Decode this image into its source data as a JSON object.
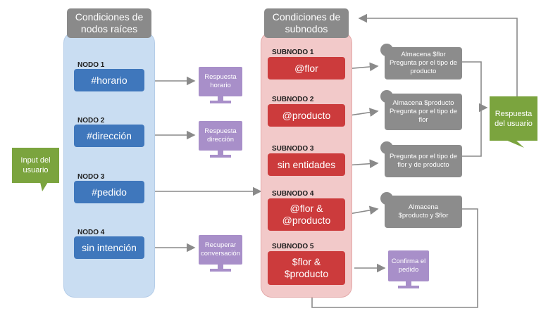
{
  "headers": {
    "root": "Condiciones de nodos raíces",
    "sub": "Condiciones de subnodos"
  },
  "input": {
    "label": "Input del usuario"
  },
  "response": {
    "label": "Respuesta del usuario"
  },
  "root_nodes": [
    {
      "label": "NODO 1",
      "value": "#horario",
      "result": "Respuesta horario"
    },
    {
      "label": "NODO 2",
      "value": "#dirección",
      "result": "Respuesta dirección"
    },
    {
      "label": "NODO 3",
      "value": "#pedido"
    },
    {
      "label": "NODO 4",
      "value": "sin intención",
      "result": "Recuperar conversación"
    }
  ],
  "sub_nodes": [
    {
      "label": "SUBNODO 1",
      "value": "@flor",
      "action": "Almacena $flor Pregunta por el tipo de producto"
    },
    {
      "label": "SUBNODO 2",
      "value": "@producto",
      "action": "Almacena $producto Pregunta por el tipo de flor"
    },
    {
      "label": "SUBNODO 3",
      "value": "sin entidades",
      "action": "Pregunta por el tipo de flor y de producto"
    },
    {
      "label": "SUBNODO 4",
      "value": "@flor & @producto",
      "action": "Almacena $producto y $flor"
    },
    {
      "label": "SUBNODO 5",
      "value": "$flor & $producto",
      "result": "Confirma el pedido"
    }
  ],
  "colors": {
    "blue_node": "#3f77bc",
    "red_node": "#cc3b3c",
    "purple_screen": "#a88fc9",
    "gray_action": "#8c8c8c",
    "green_callout": "#7ba43e"
  }
}
